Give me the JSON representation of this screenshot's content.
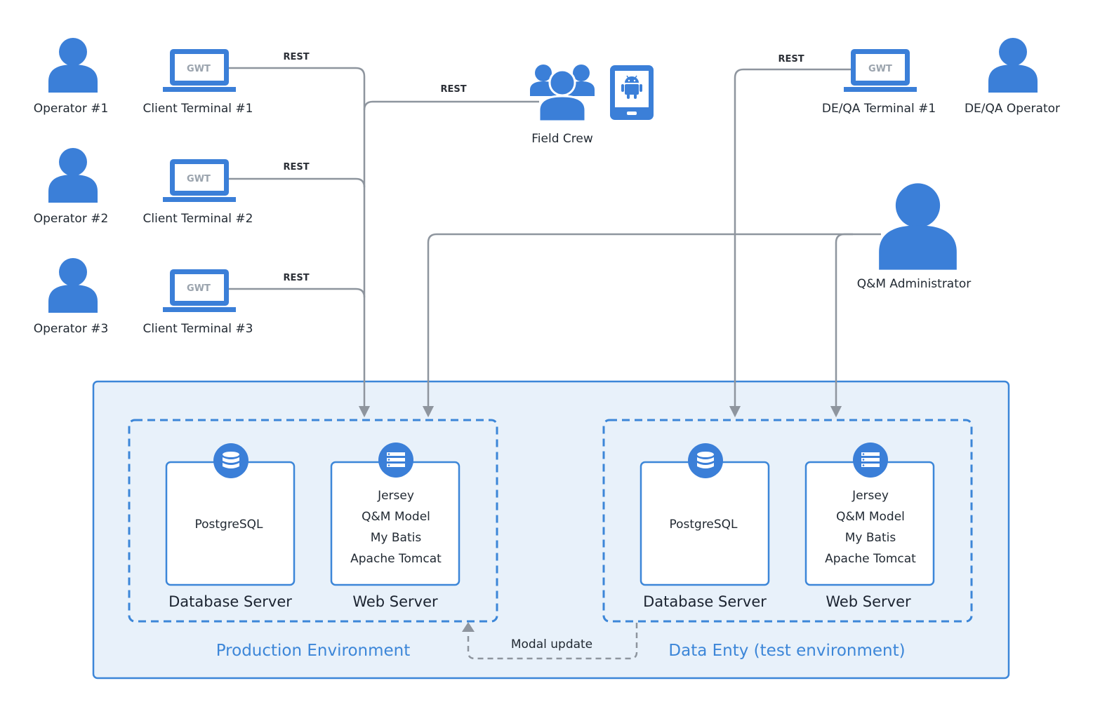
{
  "operators": [
    {
      "label": "Operator #1"
    },
    {
      "label": "Operator #2"
    },
    {
      "label": "Operator #3"
    }
  ],
  "client_terminals": [
    {
      "label": "Client Terminal #1",
      "screen": "GWT",
      "link": "REST"
    },
    {
      "label": "Client Terminal #2",
      "screen": "GWT",
      "link": "REST"
    },
    {
      "label": "Client Terminal #3",
      "screen": "GWT",
      "link": "REST"
    }
  ],
  "field_crew": {
    "label": "Field Crew",
    "link": "REST"
  },
  "deqa_terminal": {
    "label": "DE/QA Terminal #1",
    "screen": "GWT",
    "link": "REST"
  },
  "deqa_operator": {
    "label": "DE/QA Operator"
  },
  "qm_admin": {
    "label": "Q&M Administrator"
  },
  "production": {
    "title": "Production Environment",
    "db_server": {
      "title": "Database Server",
      "stack": [
        "PostgreSQL"
      ]
    },
    "web_server": {
      "title": "Web Server",
      "stack": [
        "Jersey",
        "Q&M Model",
        "My Batis",
        "Apache Tomcat"
      ]
    }
  },
  "test": {
    "title": "Data Enty (test environment)",
    "db_server": {
      "title": "Database Server",
      "stack": [
        "PostgreSQL"
      ]
    },
    "web_server": {
      "title": "Web Server",
      "stack": [
        "Jersey",
        "Q&M Model",
        "My Batis",
        "Apache Tomcat"
      ]
    }
  },
  "modal_update": {
    "label": "Modal update"
  },
  "colors": {
    "icon_blue": "#3b7fd8",
    "env_fill": "#e8f1fa",
    "env_border": "#3c86d8",
    "wire": "#8e959e",
    "label_blue": "#3c86d8"
  }
}
